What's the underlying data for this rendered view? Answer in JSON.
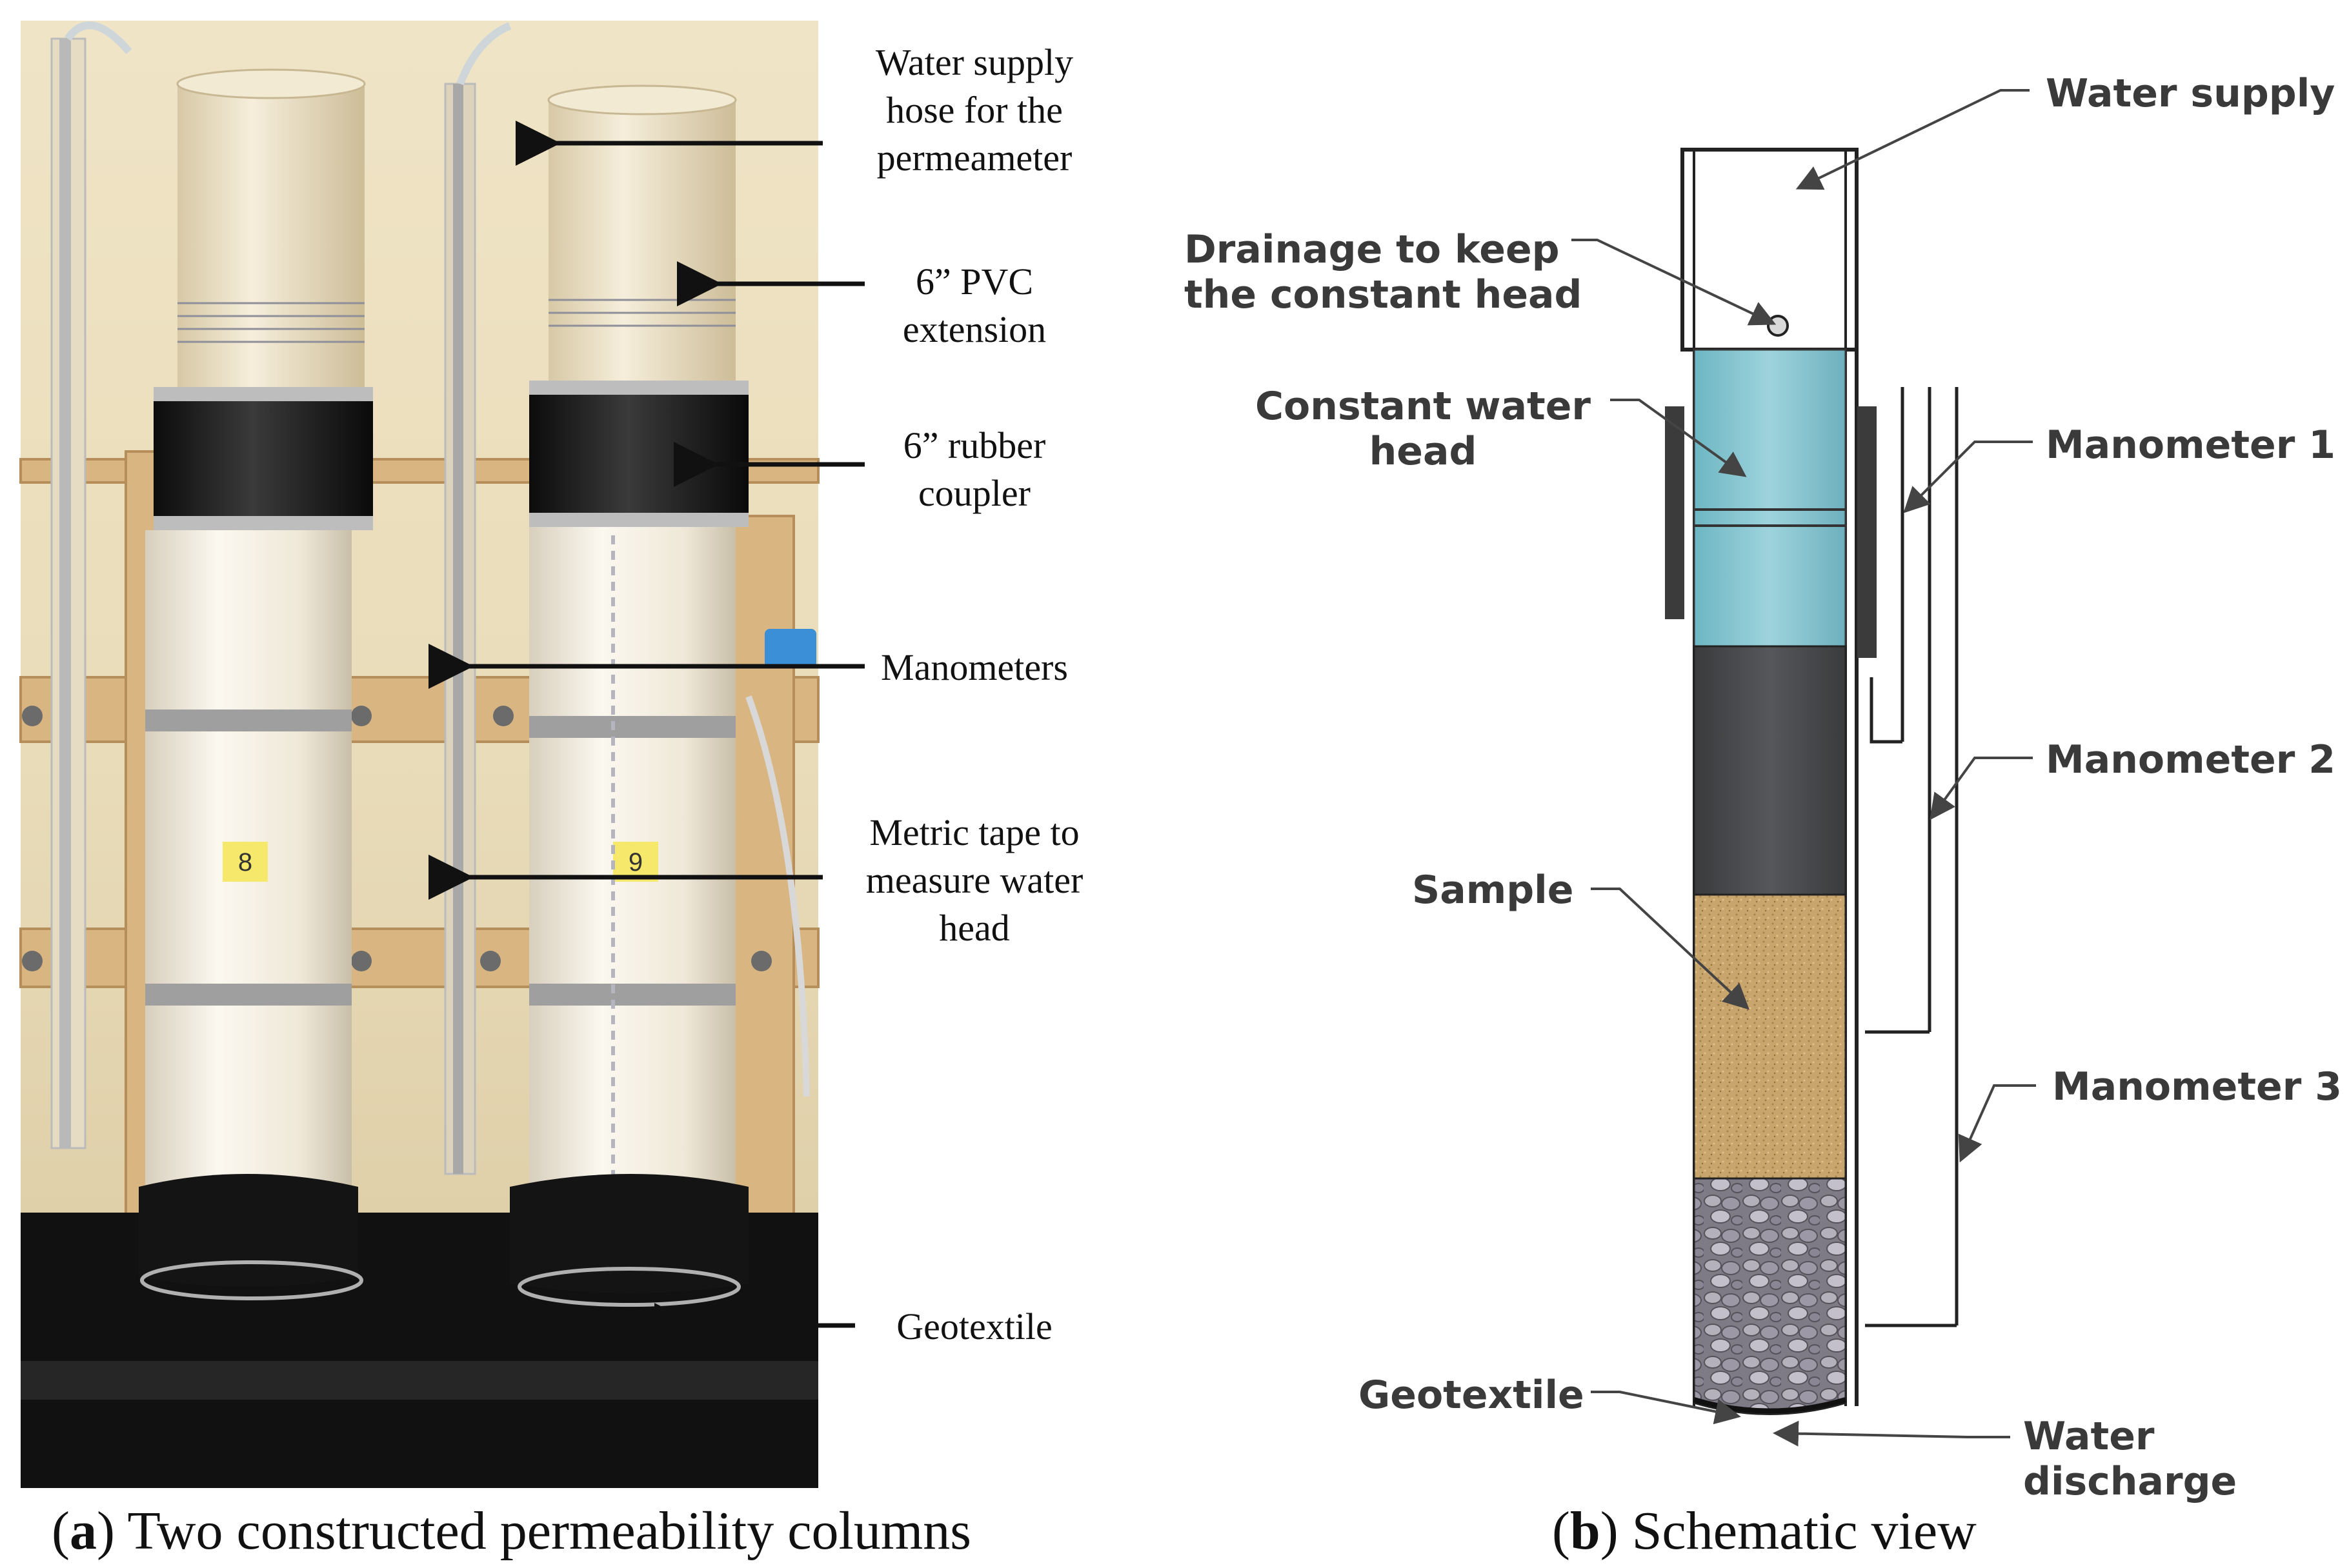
{
  "panel_a": {
    "caption_letter": "a",
    "caption_text": " Two constructed permeability columns",
    "photo_labels": [
      "8",
      "9"
    ],
    "labels": {
      "water_supply_hose": [
        "Water supply",
        "hose for the",
        "permeameter"
      ],
      "pvc_extension": [
        "6” PVC",
        "extension"
      ],
      "rubber_coupler": [
        "6” rubber",
        "coupler"
      ],
      "manometers": [
        "Manometers"
      ],
      "metric_tape": [
        "Metric tape to",
        "measure water",
        "head"
      ],
      "geotextile": [
        "Geotextile"
      ]
    }
  },
  "panel_b": {
    "caption_letter": "b",
    "caption_text": " Schematic view",
    "labels": {
      "water_supply": "Water supply",
      "drainage": [
        "Drainage to keep",
        "the constant head"
      ],
      "constant_head": [
        "Constant water",
        "head"
      ],
      "manometer_1": "Manometer 1",
      "manometer_2": "Manometer 2",
      "sample": "Sample",
      "manometer_3": "Manometer 3",
      "geotextile": "Geotextile",
      "water_discharge": "Water discharge"
    }
  },
  "colors": {
    "water": "#7fc4d0",
    "coupler": "#48494b",
    "sample": "#c8a56c",
    "gravel": "#8d8a96",
    "pvc": "#f2ecdd",
    "lab_wood": "#d9b582"
  }
}
